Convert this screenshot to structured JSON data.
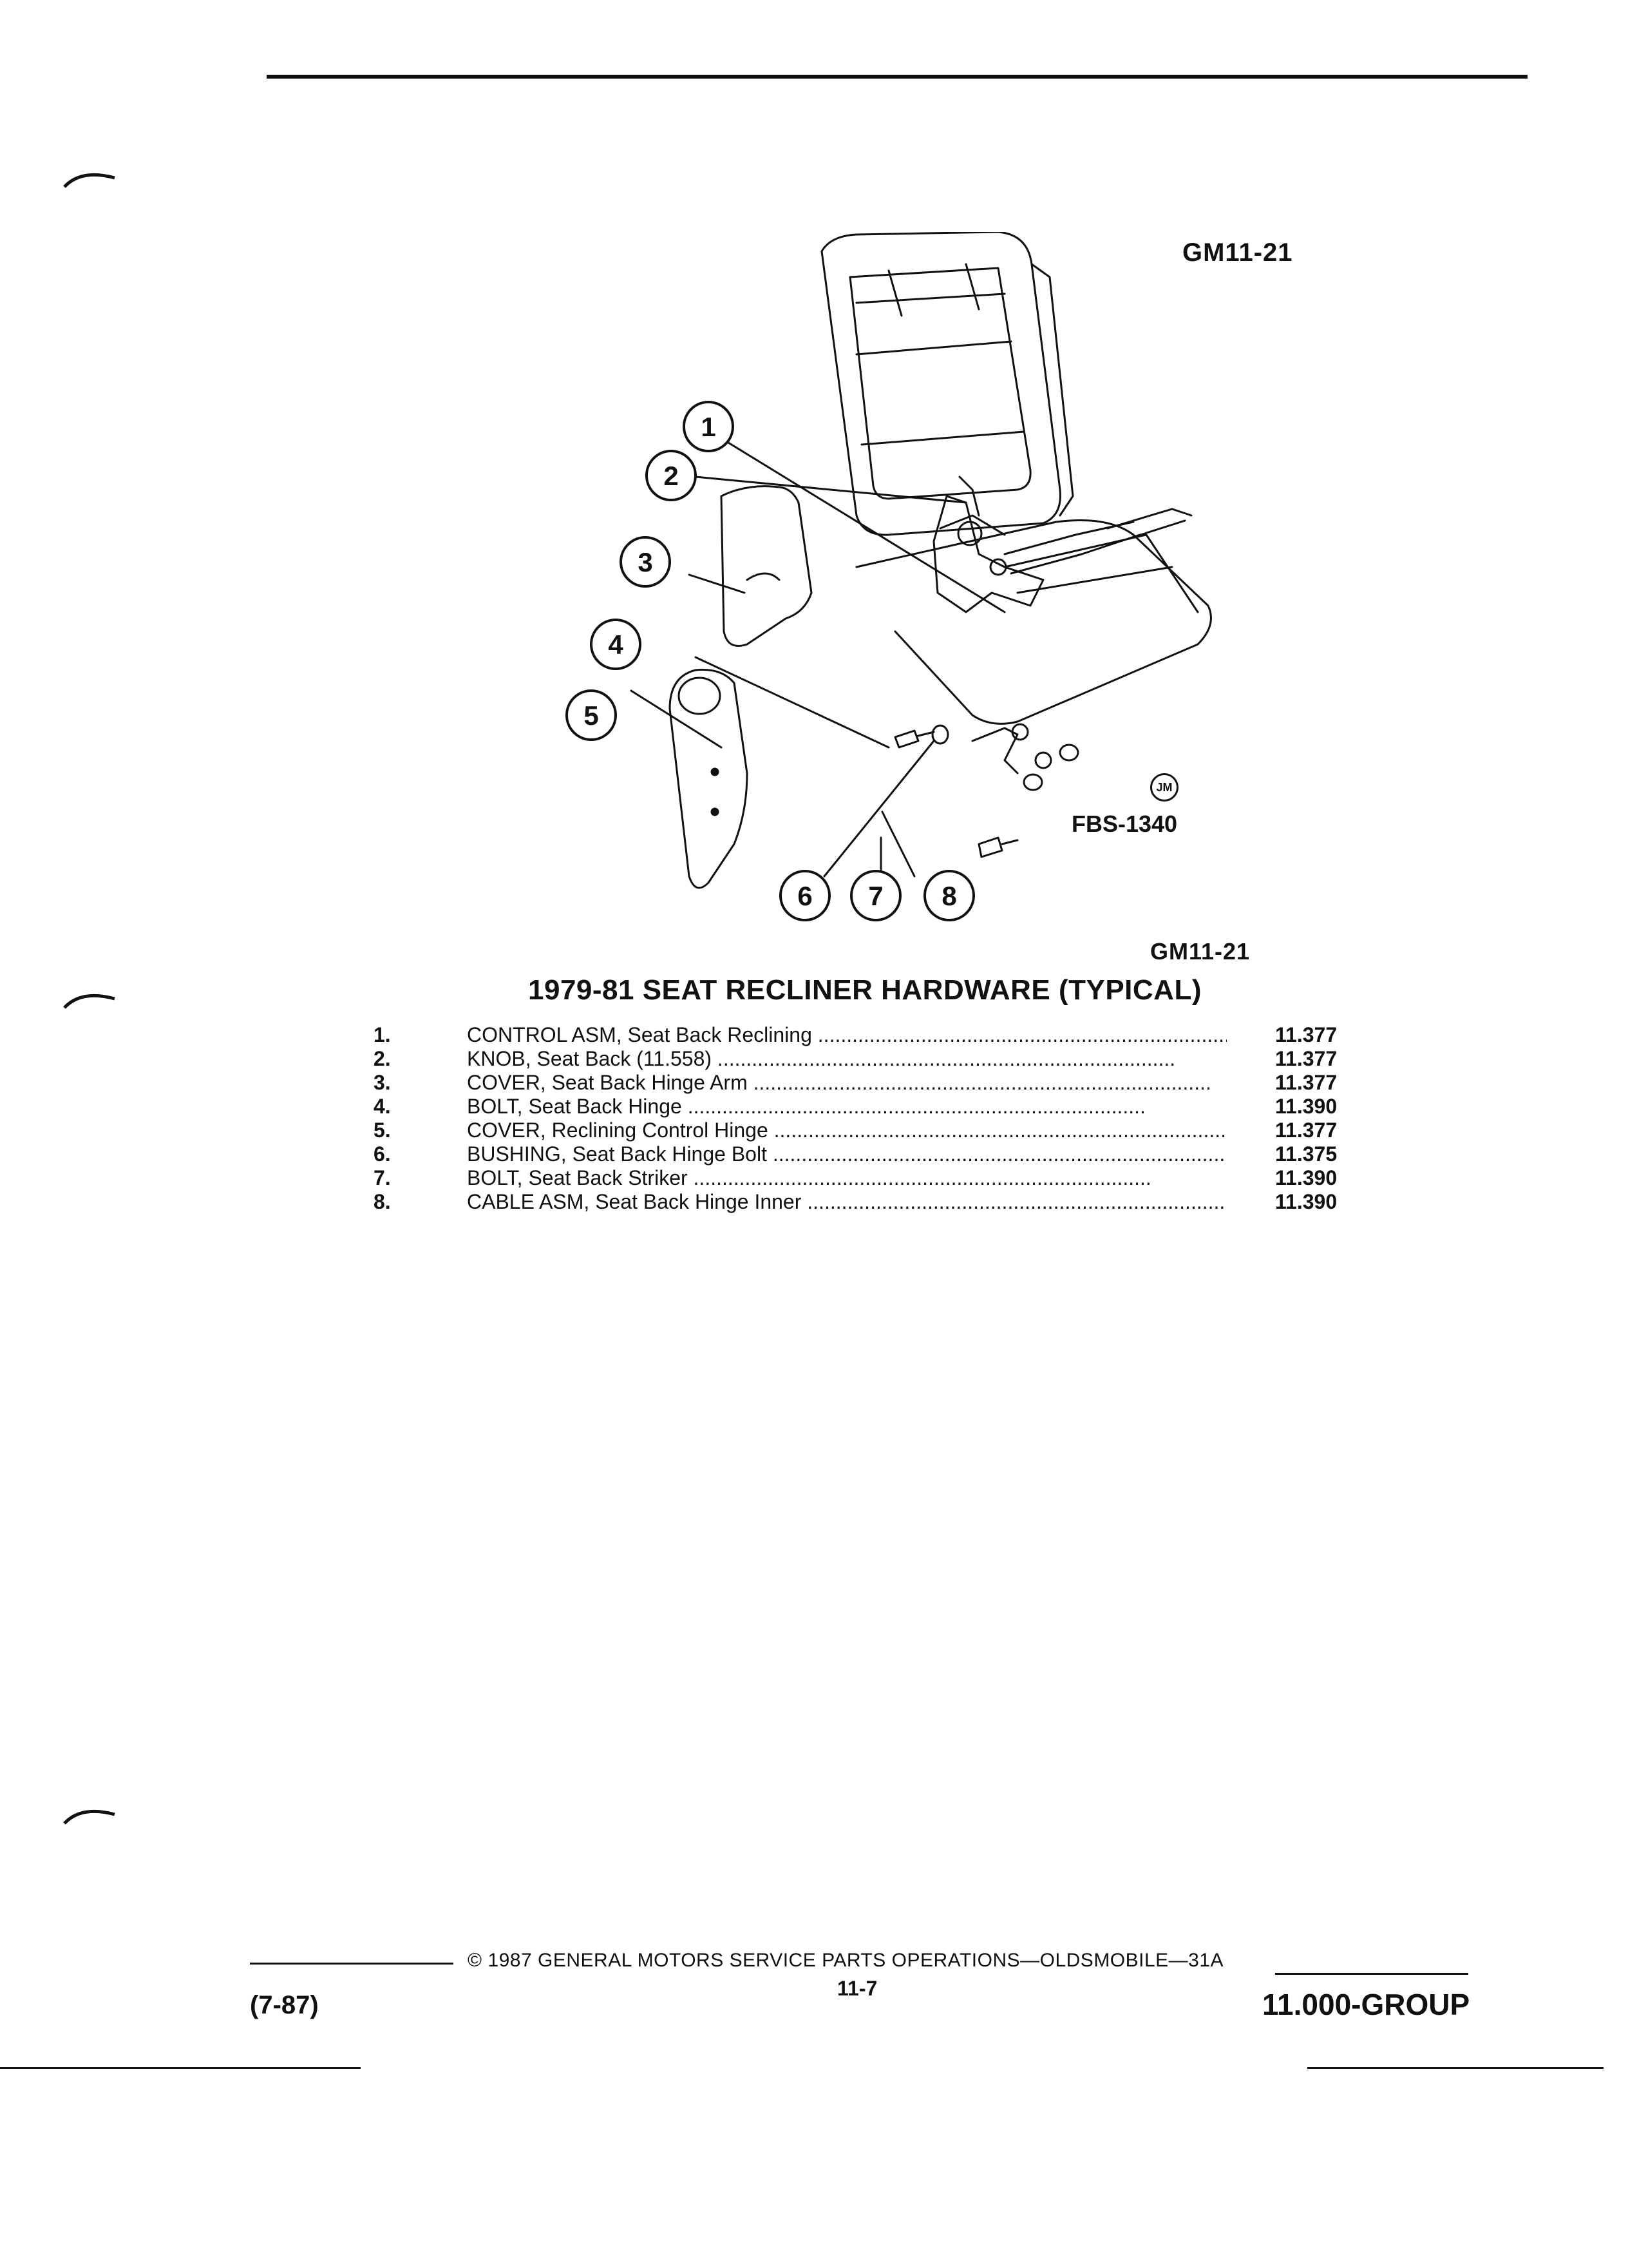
{
  "figure": {
    "code_top": "GM11-21",
    "drawing_code": "FBS-1340",
    "logo_mark": "JM",
    "code_bottom": "GM11-21",
    "callouts": [
      "1",
      "2",
      "3",
      "4",
      "5",
      "6",
      "7",
      "8"
    ]
  },
  "parts": {
    "title": "1979-81 SEAT RECLINER HARDWARE (TYPICAL)",
    "items": [
      {
        "num": "1.",
        "name": "CONTROL ASM,",
        "desc": "Seat Back Reclining",
        "code": "11.377"
      },
      {
        "num": "2.",
        "name": "KNOB,",
        "desc": "Seat Back (11.558)",
        "code": "11.377"
      },
      {
        "num": "3.",
        "name": "COVER,",
        "desc": "Seat Back Hinge Arm",
        "code": "11.377"
      },
      {
        "num": "4.",
        "name": "BOLT,",
        "desc": "Seat Back Hinge",
        "code": "11.390"
      },
      {
        "num": "5.",
        "name": "COVER,",
        "desc": "Reclining Control Hinge",
        "code": "11.377"
      },
      {
        "num": "6.",
        "name": "BUSHING,",
        "desc": "Seat Back Hinge Bolt",
        "code": "11.375"
      },
      {
        "num": "7.",
        "name": "BOLT,",
        "desc": "Seat Back Striker",
        "code": "11.390"
      },
      {
        "num": "8.",
        "name": "CABLE ASM,",
        "desc": "Seat Back Hinge Inner",
        "code": "11.390"
      }
    ]
  },
  "footer": {
    "date": "(7-87)",
    "copyright": "© 1987 GENERAL MOTORS SERVICE PARTS OPERATIONS—OLDSMOBILE—31A",
    "page": "11-7",
    "group": "11.000-GROUP"
  }
}
